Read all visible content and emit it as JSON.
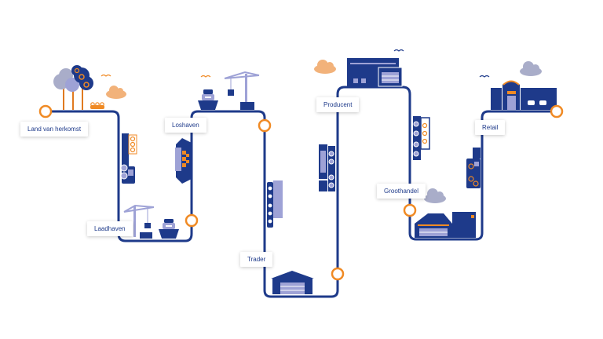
{
  "colors": {
    "navy": "#1e3a8a",
    "orange": "#f08a24",
    "lavender": "#9ea2d6",
    "cloud_grey": "#a9adc9",
    "cloud_orange": "#f2b27a",
    "white": "#ffffff"
  },
  "labels": {
    "origin": "Land van herkomst",
    "loading_port": "Laadhaven",
    "unloading_port": "Loshaven",
    "trader": "Trader",
    "producer": "Producent",
    "wholesale": "Groothandel",
    "retail": "Retail"
  },
  "icons": [
    "trees-icon",
    "cloud-icon",
    "bird-icon",
    "truck-icon",
    "crane-icon",
    "ship-icon",
    "train-icon",
    "warehouse-icon",
    "factory-icon",
    "store-icon"
  ]
}
